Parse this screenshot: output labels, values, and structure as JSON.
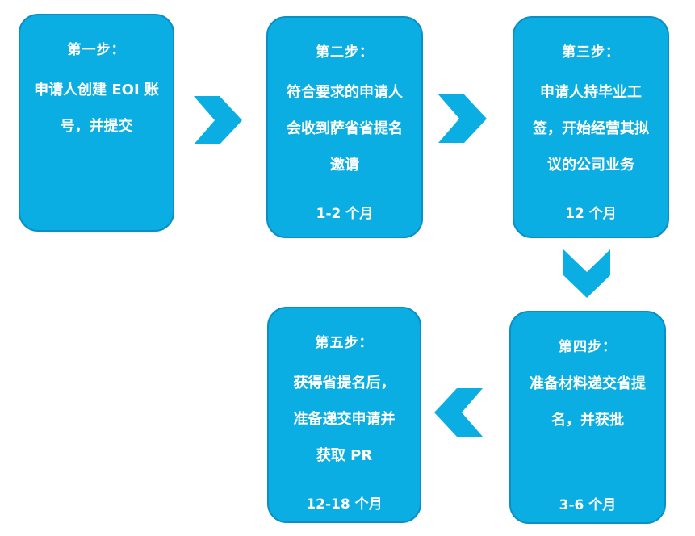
{
  "colors": {
    "box_fill": "#0aaee3",
    "box_border": "#0a8fc6",
    "arrow": "#0aaee3",
    "text": "#ffffff"
  },
  "steps": [
    {
      "title": "第一步：",
      "body": "申请人创建 EOI 账\n号，并提交",
      "duration": ""
    },
    {
      "title": "第二步：",
      "body": "符合要求的申请人\n会收到萨省省提名\n邀请",
      "duration": "1-2 个月"
    },
    {
      "title": "第三步：",
      "body": "申请人持毕业工\n签，开始经营其拟\n议的公司业务",
      "duration": "12 个月"
    },
    {
      "title": "第四步：",
      "body": "准备材料递交省提\n名，并获批",
      "duration": "3-6 个月"
    },
    {
      "title": "第五步：",
      "body": "获得省提名后，\n准备递交申请并\n获取 PR",
      "duration": "12-18 个月"
    }
  ],
  "arrows": [
    {
      "icon": "chevron-right-icon"
    },
    {
      "icon": "chevron-right-icon"
    },
    {
      "icon": "chevron-down-icon"
    },
    {
      "icon": "chevron-left-icon"
    }
  ]
}
